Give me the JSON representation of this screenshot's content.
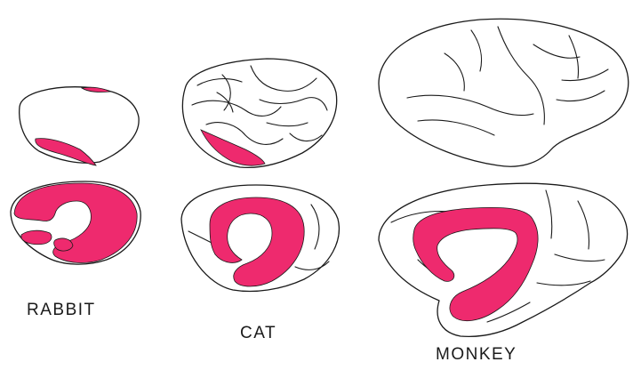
{
  "labels": {
    "rabbit": "RABBIT",
    "cat": "CAT",
    "monkey": "MONKEY"
  },
  "colors": {
    "limbic_lobe": "#ee2a6e",
    "outline": "#1a1a1a",
    "background": "#ffffff"
  }
}
